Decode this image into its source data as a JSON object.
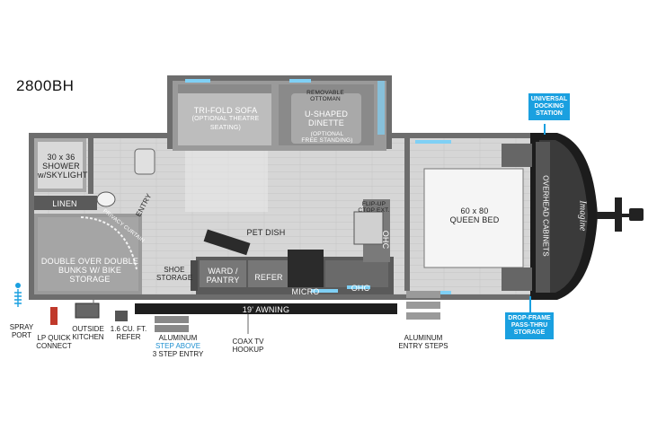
{
  "model": "2800BH",
  "rooms": {
    "shower": [
      "30 x 36",
      "SHOWER",
      "w/SKYLIGHT"
    ],
    "linen": "LINEN",
    "entry": "ENTRY",
    "privacy_curtain": "PRIVACY CURTAIN",
    "bunks": [
      "DOUBLE OVER DOUBLE",
      "BUNKS W/ BIKE STORAGE"
    ],
    "sofa": [
      "TRI-FOLD SOFA",
      "(OPTIONAL THEATRE SEATING)"
    ],
    "ottoman": [
      "REMOVABLE",
      "OTTOMAN"
    ],
    "dinette": [
      "U-SHAPED",
      "DINETTE"
    ],
    "dinette_note": [
      "(OPTIONAL",
      "FREE STANDING)"
    ],
    "pet_dish": "PET DISH",
    "shoe_storage": [
      "SHOE",
      "STORAGE"
    ],
    "ward_pantry": [
      "WARD /",
      "PANTRY"
    ],
    "refer": "REFER",
    "micro": "MICRO",
    "ohc_bottom": "OHC",
    "ohc_side": "OHC",
    "flip_up": [
      "FLIP-UP",
      "CTOP EXT."
    ],
    "bed": [
      "60 x 80",
      "QUEEN BED"
    ],
    "overhead_cabinets": "OVERHEAD CABINETS",
    "awning": "19' AWNING",
    "brand": "Imagine"
  },
  "callouts": {
    "universal_docking": [
      "UNIVERSAL",
      "DOCKING",
      "STATION"
    ],
    "drop_frame": [
      "DROP-FRAME",
      "PASS-THRU",
      "STORAGE"
    ]
  },
  "exterior": {
    "spray_port": [
      "SPRAY",
      "PORT"
    ],
    "lp_quick": [
      "LP QUICK",
      "CONNECT"
    ],
    "outside_kitchen": [
      "OUTSIDE",
      "KITCHEN"
    ],
    "refer_16": [
      "1.6 CU. FT.",
      "REFER"
    ],
    "aluminum_step_1": "ALUMINUM",
    "aluminum_step_2": "STEP ABOVE",
    "aluminum_step_3": "3 STEP ENTRY",
    "coax": [
      "COAX TV",
      "HOOKUP"
    ],
    "entry_steps": [
      "ALUMINUM",
      "ENTRY STEPS"
    ]
  },
  "colors": {
    "wall": "#6f6f6f",
    "floor": "#cfcfcf",
    "accent": "#1aa0e0",
    "window": "#7fd0f5"
  }
}
